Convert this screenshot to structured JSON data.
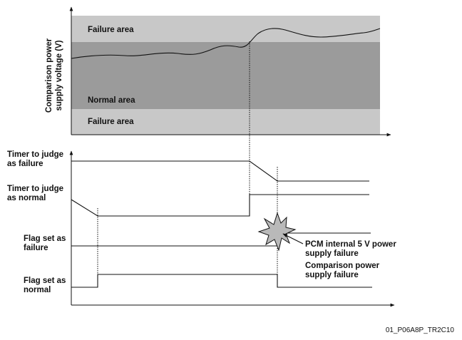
{
  "top_chart": {
    "y_axis_label": [
      "Comparison power",
      "supply voltage (V)"
    ],
    "areas": {
      "upper_failure": "Failure area",
      "normal": "Normal area",
      "lower_failure": "Failure area"
    },
    "colors": {
      "failure_area": "#c8c8c8",
      "normal_area": "#9b9b9b"
    }
  },
  "signals": {
    "timer_failure": [
      "Timer to judge",
      "as failure"
    ],
    "timer_normal": [
      "Timer to judge",
      "as normal"
    ],
    "flag_failure": [
      "Flag set as",
      "failure"
    ],
    "flag_normal": [
      "Flag set as",
      "normal"
    ]
  },
  "annotations": {
    "pcm_failure": [
      "PCM internal 5 V power",
      "supply failure"
    ],
    "comparison_failure": [
      "Comparison power",
      "supply failure"
    ]
  },
  "caption": "01_P06A8P_TR2C10"
}
